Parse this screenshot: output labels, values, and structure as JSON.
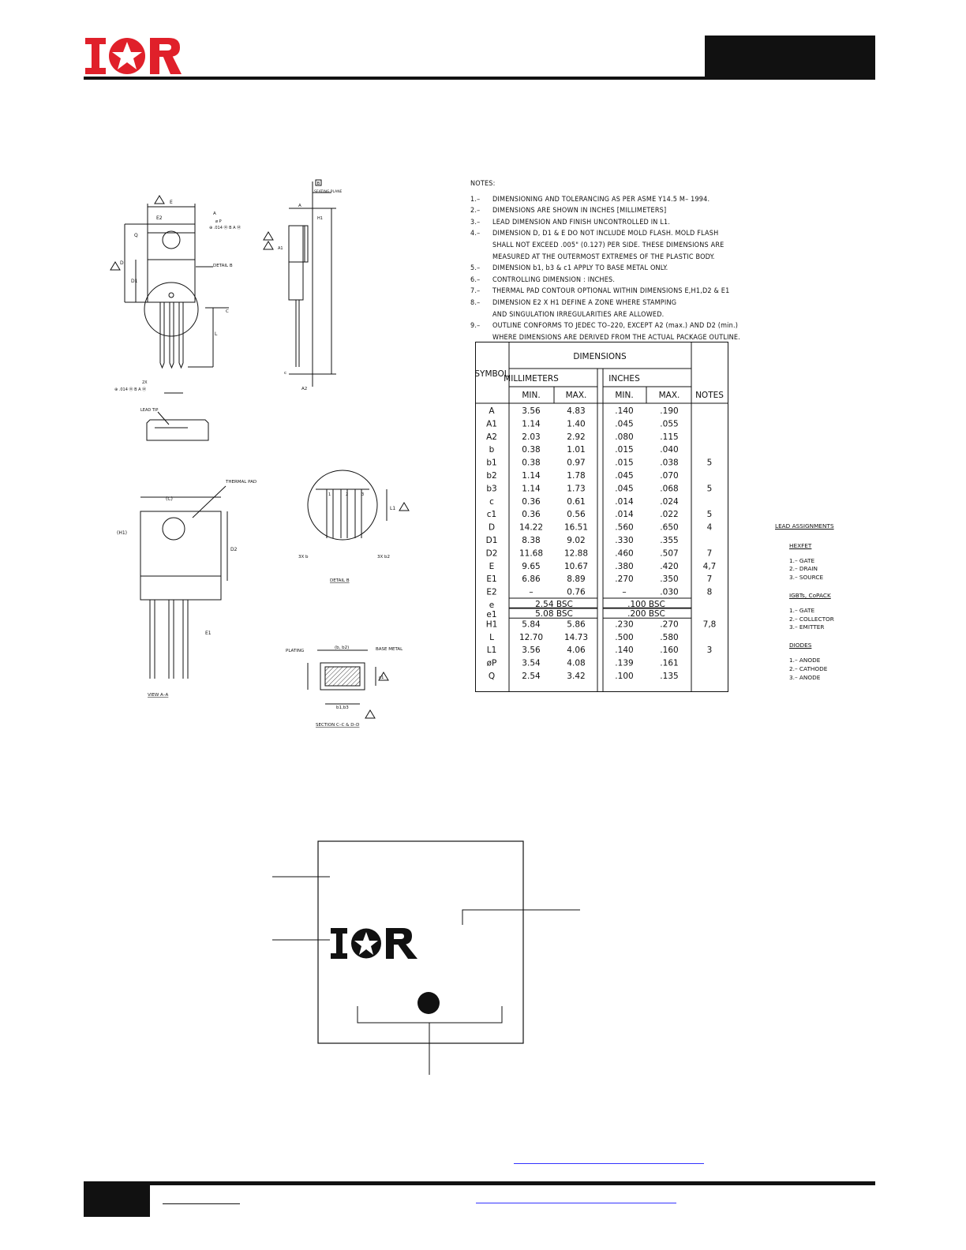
{
  "header": {
    "brand": "IOR",
    "brand_color": "#e0202a"
  },
  "notes": {
    "title": "NOTES:",
    "items": [
      {
        "num": "1.–",
        "lines": [
          "DIMENSIONING AND TOLERANCING AS PER ASME Y14.5 M– 1994."
        ]
      },
      {
        "num": "2.–",
        "lines": [
          "DIMENSIONS ARE SHOWN IN INCHES [MILLIMETERS]"
        ]
      },
      {
        "num": "3.–",
        "lines": [
          "LEAD DIMENSION AND FINISH UNCONTROLLED IN L1."
        ]
      },
      {
        "num": "4.–",
        "lines": [
          "DIMENSION D, D1 & E DO NOT INCLUDE MOLD FLASH. MOLD FLASH",
          "SHALL NOT EXCEED .005\" (0.127) PER SIDE. THESE DIMENSIONS ARE",
          "MEASURED AT THE OUTERMOST EXTREMES OF THE PLASTIC BODY."
        ]
      },
      {
        "num": "5.–",
        "lines": [
          "DIMENSION b1, b3 & c1 APPLY TO BASE METAL ONLY."
        ]
      },
      {
        "num": "6.–",
        "lines": [
          "CONTROLLING DIMENSION : INCHES."
        ]
      },
      {
        "num": "7.–",
        "lines": [
          "THERMAL PAD CONTOUR OPTIONAL WITHIN DIMENSIONS E,H1,D2 & E1"
        ]
      },
      {
        "num": "8.–",
        "lines": [
          "DIMENSION E2 X H1 DEFINE A ZONE WHERE STAMPING",
          "AND SINGULATION IRREGULARITIES ARE ALLOWED."
        ]
      },
      {
        "num": "9.–",
        "lines": [
          "OUTLINE CONFORMS TO JEDEC TO–220, EXCEPT A2 (max.) AND D2 (min.)",
          "WHERE DIMENSIONS ARE DERIVED FROM THE ACTUAL PACKAGE OUTLINE."
        ]
      }
    ]
  },
  "table": {
    "symbol_header": "SYMBOL",
    "dimensions_header": "DIMENSIONS",
    "mm_header": "MILLIMETERS",
    "in_header": "INCHES",
    "min": "MIN.",
    "max": "MAX.",
    "notes_header": "NOTES",
    "rows": [
      {
        "sym": "A",
        "mm_min": "3.56",
        "mm_max": "4.83",
        "in_min": ".140",
        "in_max": ".190",
        "note": ""
      },
      {
        "sym": "A1",
        "mm_min": "1.14",
        "mm_max": "1.40",
        "in_min": ".045",
        "in_max": ".055",
        "note": ""
      },
      {
        "sym": "A2",
        "mm_min": "2.03",
        "mm_max": "2.92",
        "in_min": ".080",
        "in_max": ".115",
        "note": ""
      },
      {
        "sym": "b",
        "mm_min": "0.38",
        "mm_max": "1.01",
        "in_min": ".015",
        "in_max": ".040",
        "note": ""
      },
      {
        "sym": "b1",
        "mm_min": "0.38",
        "mm_max": "0.97",
        "in_min": ".015",
        "in_max": ".038",
        "note": "5"
      },
      {
        "sym": "b2",
        "mm_min": "1.14",
        "mm_max": "1.78",
        "in_min": ".045",
        "in_max": ".070",
        "note": ""
      },
      {
        "sym": "b3",
        "mm_min": "1.14",
        "mm_max": "1.73",
        "in_min": ".045",
        "in_max": ".068",
        "note": "5"
      },
      {
        "sym": "c",
        "mm_min": "0.36",
        "mm_max": "0.61",
        "in_min": ".014",
        "in_max": ".024",
        "note": ""
      },
      {
        "sym": "c1",
        "mm_min": "0.36",
        "mm_max": "0.56",
        "in_min": ".014",
        "in_max": ".022",
        "note": "5"
      },
      {
        "sym": "D",
        "mm_min": "14.22",
        "mm_max": "16.51",
        "in_min": ".560",
        "in_max": ".650",
        "note": "4"
      },
      {
        "sym": "D1",
        "mm_min": "8.38",
        "mm_max": "9.02",
        "in_min": ".330",
        "in_max": ".355",
        "note": ""
      },
      {
        "sym": "D2",
        "mm_min": "11.68",
        "mm_max": "12.88",
        "in_min": ".460",
        "in_max": ".507",
        "note": "7"
      },
      {
        "sym": "E",
        "mm_min": "9.65",
        "mm_max": "10.67",
        "in_min": ".380",
        "in_max": ".420",
        "note": "4,7"
      },
      {
        "sym": "E1",
        "mm_min": "6.86",
        "mm_max": "8.89",
        "in_min": ".270",
        "in_max": ".350",
        "note": "7"
      },
      {
        "sym": "E2",
        "mm_min": "–",
        "mm_max": "0.76",
        "in_min": "–",
        "in_max": ".030",
        "note": "8"
      },
      {
        "sym": "e",
        "mm_bsc": "2.54  BSC",
        "in_bsc": ".100  BSC",
        "note": ""
      },
      {
        "sym": "e1",
        "mm_bsc": "5.08  BSC",
        "in_bsc": ".200  BSC",
        "note": ""
      },
      {
        "sym": "H1",
        "mm_min": "5.84",
        "mm_max": "5.86",
        "in_min": ".230",
        "in_max": ".270",
        "note": "7,8"
      },
      {
        "sym": "L",
        "mm_min": "12.70",
        "mm_max": "14.73",
        "in_min": ".500",
        "in_max": ".580",
        "note": ""
      },
      {
        "sym": "L1",
        "mm_min": "3.56",
        "mm_max": "4.06",
        "in_min": ".140",
        "in_max": ".160",
        "note": "3"
      },
      {
        "sym": "øP",
        "mm_min": "3.54",
        "mm_max": "4.08",
        "in_min": ".139",
        "in_max": ".161",
        "note": ""
      },
      {
        "sym": "Q",
        "mm_min": "2.54",
        "mm_max": "3.42",
        "in_min": ".100",
        "in_max": ".135",
        "note": ""
      }
    ]
  },
  "lead_assignments": {
    "title": "LEAD ASSIGNMENTS",
    "groups": [
      {
        "name": "HEXFET",
        "items": [
          "1.– GATE",
          "2.– DRAIN",
          "3.– SOURCE"
        ]
      },
      {
        "name": "IGBTs, CoPACK",
        "items": [
          "1.– GATE",
          "2.– COLLECTOR",
          "3.– EMITTER"
        ]
      },
      {
        "name": "DIODES",
        "items": [
          "1.– ANODE",
          "2.– CATHODE",
          "3.– ANODE"
        ]
      }
    ]
  },
  "drawings": {
    "labels": {
      "seating_plane": "SEATING PLANE",
      "detail_b": "DETAIL B",
      "lead_tip": "LEAD TIP",
      "thermal_pad": "THERMAL PAD",
      "view_aa": "VIEW A–A",
      "detail_b_title": "DETAIL B",
      "plating": "PLATING",
      "base_metal": "BASE METAL",
      "section": "SECTION C–C & D–D",
      "b1b3": "b1,b3",
      "bb2": "(b, b2)",
      "three_b": "3X  b",
      "three_b2": "3X  b2",
      "c_paren": "(C)",
      "h1_paren": "(H1)",
      "e_ref": "E",
      "e2_ref": "E2",
      "d_ref": "D",
      "d1_ref": "D1",
      "d2_ref": "D2",
      "e1_ref": "E1",
      "l_ref": "L",
      "l1_ref": "L1",
      "a_ref": "A",
      "a1_ref": "A1",
      "a2_ref": "A2",
      "c_ref": "c",
      "c1_ref": "c1",
      "q_ref": "Q",
      "h1_ref": "H1",
      "pin1": "1",
      "pin2": "2",
      "pin3": "3",
      "datum_b": "B",
      "datum_c": "C",
      "datum_a": "A",
      "tol1": "⊕ .014 Ⓜ B A Ⓜ",
      "tol2": "⊕ .014 Ⓜ B A Ⓜ",
      "two_x": "2X",
      "ep": "ø P",
      "tri1": "1",
      "tri2": "2",
      "tri3": "3",
      "tri4": "4",
      "tri5": "5",
      "tri6": "6",
      "tri7": "7"
    }
  }
}
